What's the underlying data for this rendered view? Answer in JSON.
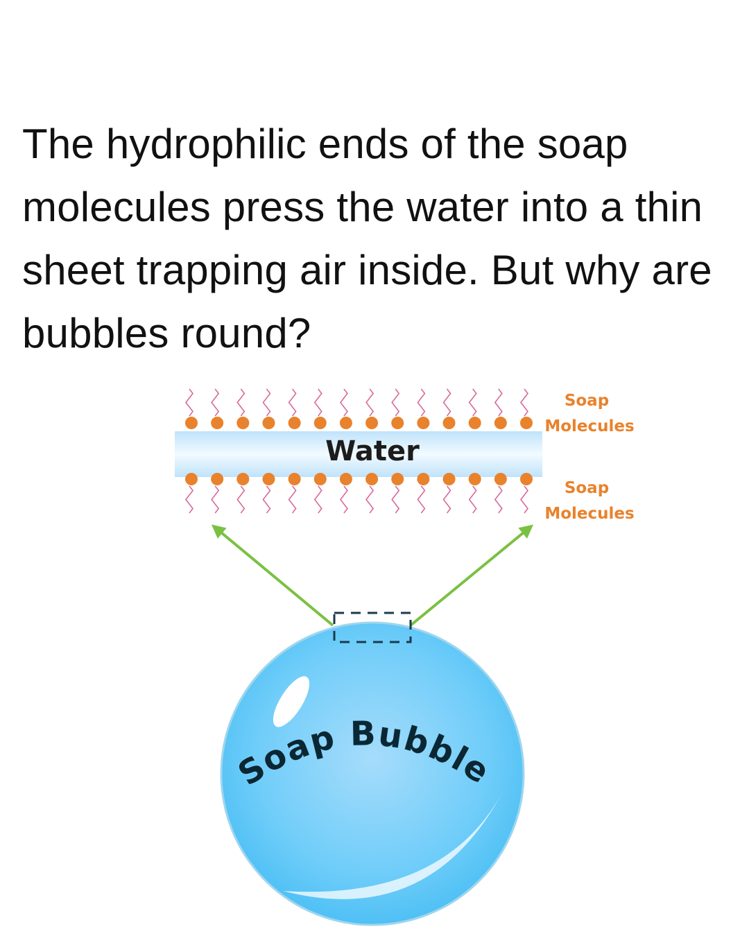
{
  "caption": "The hydrophilic ends of the soap molecules press the water into a thin sheet trapping air inside. But why are bubbles round?",
  "diagram": {
    "water_label": "Water",
    "top_label_line1": "Soap",
    "top_label_line2": "Molecules",
    "bottom_label_line1": "Soap",
    "bottom_label_line2": "Molecules",
    "bubble_label": "Soap Bubble",
    "molecule_count_per_row": 14,
    "colors": {
      "head": "#e9822c",
      "tail": "#d96a9a",
      "water": "#bfe3fb",
      "arrow": "#7ac142",
      "bubble": "#5fc6f7",
      "label": "#e9822c",
      "zoom_box": "#1b3a4b"
    }
  }
}
